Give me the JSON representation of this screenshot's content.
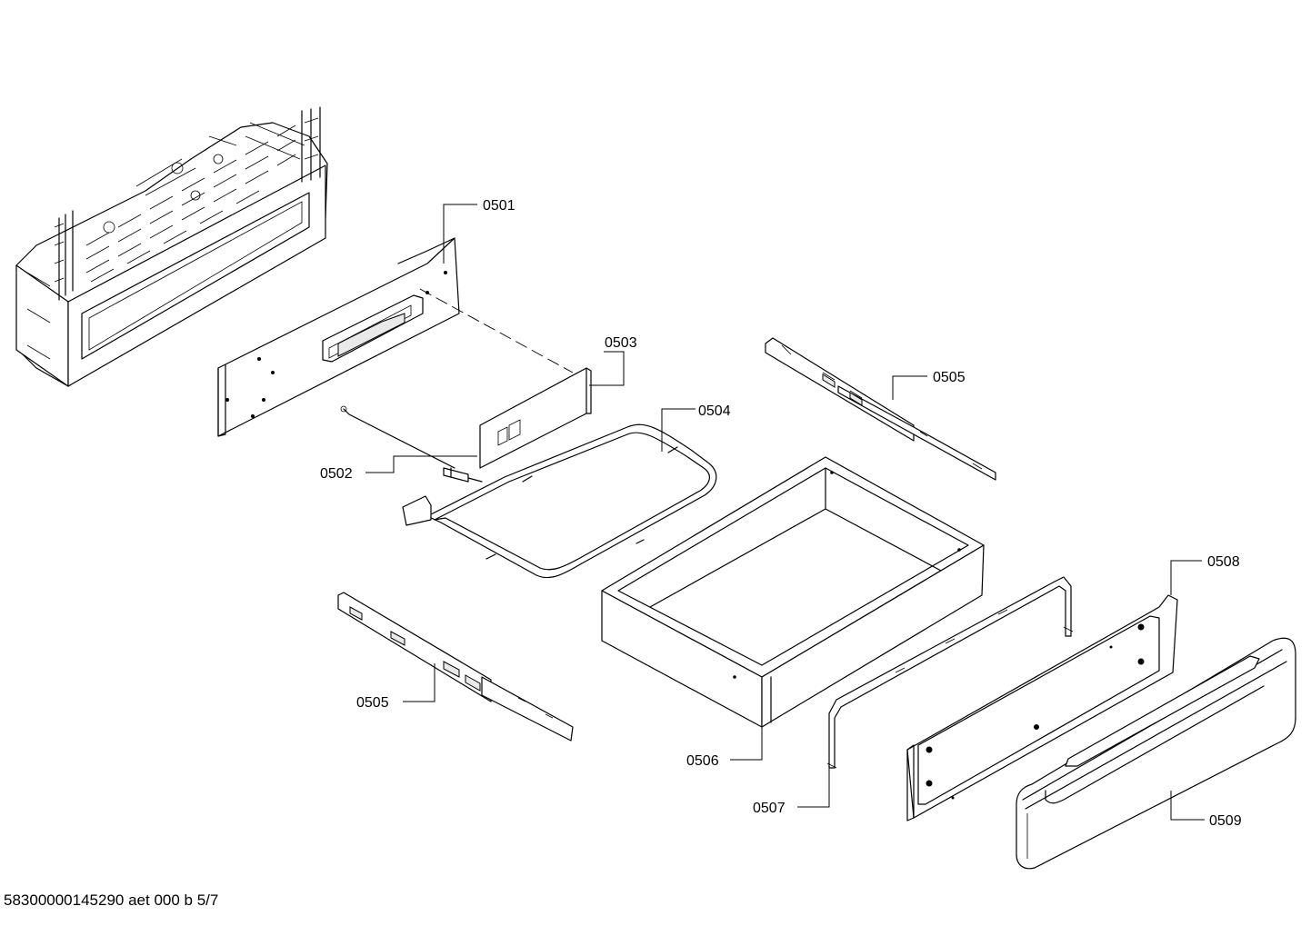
{
  "labels": {
    "p0501": "0501",
    "p0502": "0502",
    "p0503": "0503",
    "p0504": "0504",
    "p0505_right": "0505",
    "p0505_left": "0505",
    "p0506": "0506",
    "p0507": "0507",
    "p0508": "0508",
    "p0509": "0509"
  },
  "footer": "58300000145290 aet 000 b 5/7"
}
